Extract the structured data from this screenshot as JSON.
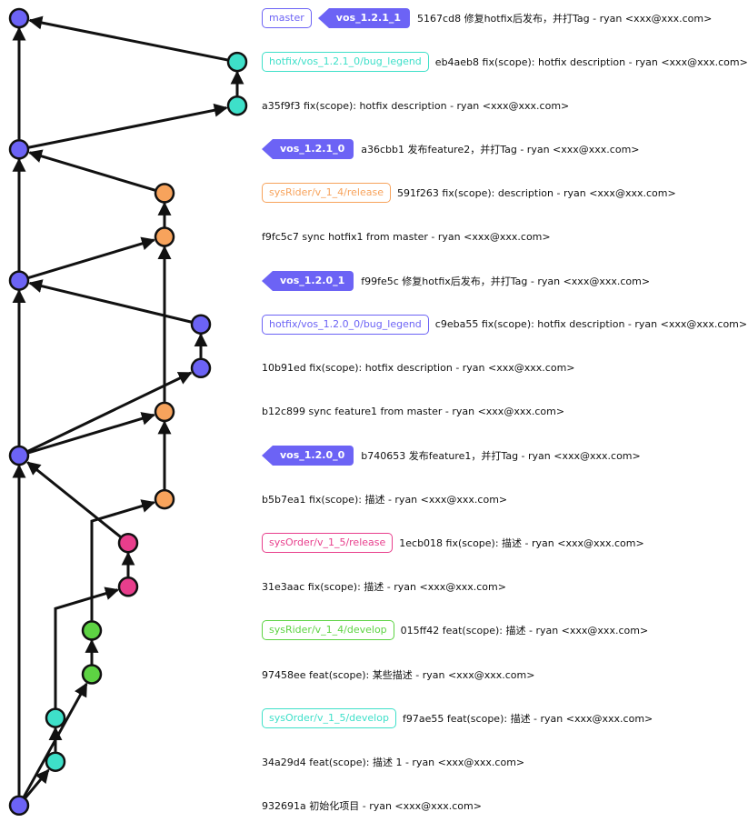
{
  "colors": {
    "master": "#6C63F5",
    "hotfix": "#3EE0C9",
    "sysRider": "#F7A35C",
    "sysOrder": "#E83E8C",
    "develop_green": "#5DD343",
    "stroke": "#111111"
  },
  "commits": [
    {
      "id": "5167cd8",
      "branches": [
        {
          "label": "master",
          "color": "#6C63F5"
        }
      ],
      "tags": [
        {
          "label": "vos_1.2.1_1",
          "color": "#6C63F5"
        }
      ],
      "message": "5167cd8 修复hotfix后发布，并打Tag - ryan <xxx@xxx.com>"
    },
    {
      "id": "eb4aeb8",
      "branches": [
        {
          "label": "hotfix/vos_1.2.1_0/bug_legend",
          "color": "#3EE0C9"
        }
      ],
      "tags": [],
      "message": "eb4aeb8 fix(scope): hotfix description - ryan <xxx@xxx.com>"
    },
    {
      "id": "a35f9f3",
      "branches": [],
      "tags": [],
      "message": "a35f9f3 fix(scope): hotfix description - ryan <xxx@xxx.com>"
    },
    {
      "id": "a36cbb1",
      "branches": [],
      "tags": [
        {
          "label": "vos_1.2.1_0",
          "color": "#6C63F5"
        }
      ],
      "message": "a36cbb1 发布feature2，并打Tag - ryan <xxx@xxx.com>"
    },
    {
      "id": "591f263",
      "branches": [
        {
          "label": "sysRider/v_1_4/release",
          "color": "#F7A35C"
        }
      ],
      "tags": [],
      "message": "591f263 fix(scope): description - ryan <xxx@xxx.com>"
    },
    {
      "id": "f9fc5c7",
      "branches": [],
      "tags": [],
      "message": "f9fc5c7 sync hotfix1 from master - ryan <xxx@xxx.com>"
    },
    {
      "id": "f99fe5c",
      "branches": [],
      "tags": [
        {
          "label": "vos_1.2.0_1",
          "color": "#6C63F5"
        }
      ],
      "message": "f99fe5c 修复hotfix后发布，并打Tag - ryan <xxx@xxx.com>"
    },
    {
      "id": "c9eba55",
      "branches": [
        {
          "label": "hotfix/vos_1.2.0_0/bug_legend",
          "color": "#6C63F5"
        }
      ],
      "tags": [],
      "message": "c9eba55 fix(scope): hotfix description - ryan <xxx@xxx.com>"
    },
    {
      "id": "10b91ed",
      "branches": [],
      "tags": [],
      "message": "10b91ed fix(scope): hotfix description - ryan <xxx@xxx.com>"
    },
    {
      "id": "b12c899",
      "branches": [],
      "tags": [],
      "message": "b12c899 sync feature1 from master - ryan <xxx@xxx.com>"
    },
    {
      "id": "b740653",
      "branches": [],
      "tags": [
        {
          "label": "vos_1.2.0_0",
          "color": "#6C63F5"
        }
      ],
      "message": "b740653 发布feature1，并打Tag - ryan <xxx@xxx.com>"
    },
    {
      "id": "b5b7ea1",
      "branches": [],
      "tags": [],
      "message": "b5b7ea1 fix(scope): 描述 - ryan <xxx@xxx.com>"
    },
    {
      "id": "1ecb018",
      "branches": [
        {
          "label": "sysOrder/v_1_5/release",
          "color": "#E83E8C"
        }
      ],
      "tags": [],
      "message": "1ecb018 fix(scope): 描述 - ryan <xxx@xxx.com>"
    },
    {
      "id": "31e3aac",
      "branches": [],
      "tags": [],
      "message": "31e3aac fix(scope): 描述 - ryan <xxx@xxx.com>"
    },
    {
      "id": "015ff42",
      "branches": [
        {
          "label": "sysRider/v_1_4/develop",
          "color": "#5DD343"
        }
      ],
      "tags": [],
      "message": "015ff42 feat(scope): 描述 - ryan <xxx@xxx.com>"
    },
    {
      "id": "97458ee",
      "branches": [],
      "tags": [],
      "message": "97458ee feat(scope): 某些描述 - ryan <xxx@xxx.com>"
    },
    {
      "id": "f97ae55",
      "branches": [
        {
          "label": "sysOrder/v_1_5/develop",
          "color": "#3EE0C9"
        }
      ],
      "tags": [],
      "message": "f97ae55 feat(scope): 描述 - ryan <xxx@xxx.com>"
    },
    {
      "id": "34a29d4",
      "branches": [],
      "tags": [],
      "message": "34a29d4 feat(scope): 描述 1 - ryan <xxx@xxx.com>"
    },
    {
      "id": "932691a",
      "branches": [],
      "tags": [],
      "message": "932691a 初始化项目 - ryan <xxx@xxx.com>"
    }
  ],
  "graph": {
    "nodes": [
      {
        "id": "5167cd8",
        "lane": "master",
        "row": 0
      },
      {
        "id": "eb4aeb8",
        "lane": "hotfix2",
        "row": 1
      },
      {
        "id": "a35f9f3",
        "lane": "hotfix2",
        "row": 2
      },
      {
        "id": "a36cbb1",
        "lane": "master",
        "row": 3
      },
      {
        "id": "591f263",
        "lane": "rider_release",
        "row": 4
      },
      {
        "id": "f9fc5c7",
        "lane": "rider_release",
        "row": 5
      },
      {
        "id": "f99fe5c",
        "lane": "master",
        "row": 6
      },
      {
        "id": "c9eba55",
        "lane": "hotfix1",
        "row": 7
      },
      {
        "id": "10b91ed",
        "lane": "hotfix1",
        "row": 8
      },
      {
        "id": "b12c899",
        "lane": "rider_release",
        "row": 9
      },
      {
        "id": "b740653",
        "lane": "master",
        "row": 10
      },
      {
        "id": "b5b7ea1",
        "lane": "rider_release",
        "row": 11
      },
      {
        "id": "1ecb018",
        "lane": "order_release",
        "row": 12
      },
      {
        "id": "31e3aac",
        "lane": "order_release",
        "row": 13
      },
      {
        "id": "015ff42",
        "lane": "rider_develop",
        "row": 14
      },
      {
        "id": "97458ee",
        "lane": "rider_develop",
        "row": 15
      },
      {
        "id": "f97ae55",
        "lane": "order_develop",
        "row": 16
      },
      {
        "id": "34a29d4",
        "lane": "order_develop",
        "row": 17
      },
      {
        "id": "932691a",
        "lane": "master",
        "row": 18
      }
    ],
    "edges": [
      [
        "932691a",
        "b740653"
      ],
      [
        "b740653",
        "f99fe5c"
      ],
      [
        "f99fe5c",
        "a36cbb1"
      ],
      [
        "a36cbb1",
        "5167cd8"
      ],
      [
        "932691a",
        "34a29d4"
      ],
      [
        "34a29d4",
        "f97ae55"
      ],
      [
        "932691a",
        "97458ee"
      ],
      [
        "97458ee",
        "015ff42"
      ],
      [
        "f97ae55",
        "31e3aac"
      ],
      [
        "31e3aac",
        "1ecb018"
      ],
      [
        "1ecb018",
        "b740653"
      ],
      [
        "015ff42",
        "b5b7ea1"
      ],
      [
        "b5b7ea1",
        "b12c899"
      ],
      [
        "b740653",
        "b12c899"
      ],
      [
        "b12c899",
        "f9fc5c7"
      ],
      [
        "f99fe5c",
        "f9fc5c7"
      ],
      [
        "f9fc5c7",
        "591f263"
      ],
      [
        "591f263",
        "a36cbb1"
      ],
      [
        "b740653",
        "10b91ed"
      ],
      [
        "10b91ed",
        "c9eba55"
      ],
      [
        "c9eba55",
        "f99fe5c"
      ],
      [
        "a36cbb1",
        "a35f9f3"
      ],
      [
        "a35f9f3",
        "eb4aeb8"
      ],
      [
        "eb4aeb8",
        "5167cd8"
      ]
    ]
  }
}
